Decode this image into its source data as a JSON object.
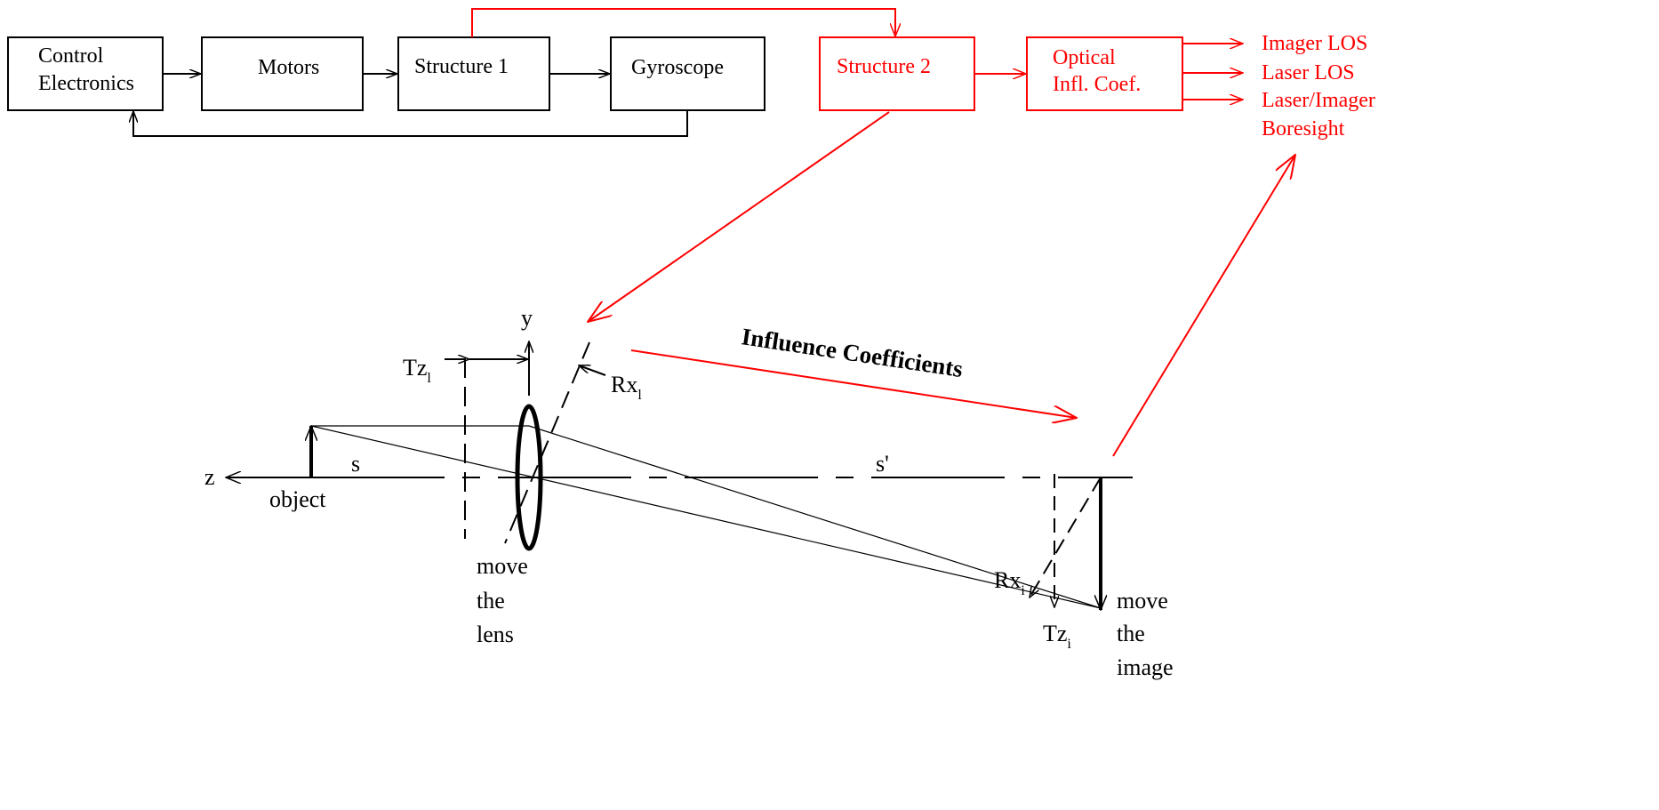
{
  "blocks": {
    "control": {
      "line1": "Control",
      "line2": "Electronics"
    },
    "motors": "Motors",
    "structure1": "Structure 1",
    "gyroscope": "Gyroscope",
    "structure2": "Structure 2",
    "optical": {
      "line1": "Optical",
      "line2": "Infl. Coef."
    }
  },
  "outputs": {
    "imager_los": "Imager LOS",
    "laser_los": "Laser LOS",
    "boresight_1": "Laser/Imager",
    "boresight_2": "Boresight"
  },
  "optics": {
    "heading": "Influence Coefficients",
    "y_axis": "y",
    "z_axis": "z",
    "object": "object",
    "s": "s",
    "s_prime": "s'",
    "tz_l": {
      "base": "Tz",
      "sub": "l"
    },
    "rx_l": {
      "base": "Rx",
      "sub": "l"
    },
    "rx_i": {
      "base": "Rx",
      "sub": "i"
    },
    "tz_i": {
      "base": "Tz",
      "sub": "i"
    },
    "move_lens": [
      "move",
      "the",
      "lens"
    ],
    "move_image": [
      "move",
      "the",
      "image"
    ]
  },
  "colors": {
    "black": "#000000",
    "red": "#ff0000"
  }
}
